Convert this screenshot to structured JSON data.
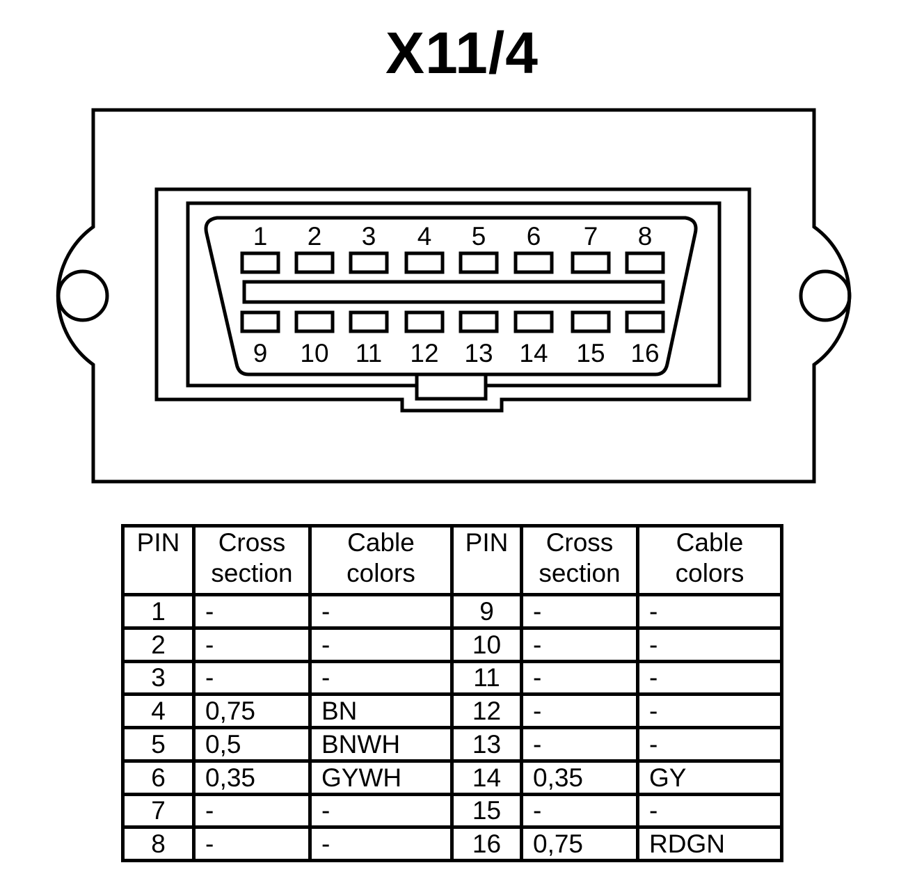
{
  "title": "X11/4",
  "connector": {
    "top_row_pins": [
      "1",
      "2",
      "3",
      "4",
      "5",
      "6",
      "7",
      "8"
    ],
    "bottom_row_pins": [
      "9",
      "10",
      "11",
      "12",
      "13",
      "14",
      "15",
      "16"
    ]
  },
  "table": {
    "headers": [
      "PIN",
      "Cross section",
      "Cable colors",
      "PIN",
      "Cross section",
      "Cable colors"
    ],
    "rows": [
      [
        "1",
        "-",
        "-",
        "9",
        "-",
        "-"
      ],
      [
        "2",
        "-",
        "-",
        "10",
        "-",
        "-"
      ],
      [
        "3",
        "-",
        "-",
        "11",
        "-",
        "-"
      ],
      [
        "4",
        "0,75",
        "BN",
        "12",
        "-",
        "-"
      ],
      [
        "5",
        "0,5",
        "BNWH",
        "13",
        "-",
        "-"
      ],
      [
        "6",
        "0,35",
        "GYWH",
        "14",
        "0,35",
        "GY"
      ],
      [
        "7",
        "-",
        "-",
        "15",
        "-",
        "-"
      ],
      [
        "8",
        "-",
        "-",
        "16",
        "0,75",
        "RDGN"
      ]
    ]
  }
}
